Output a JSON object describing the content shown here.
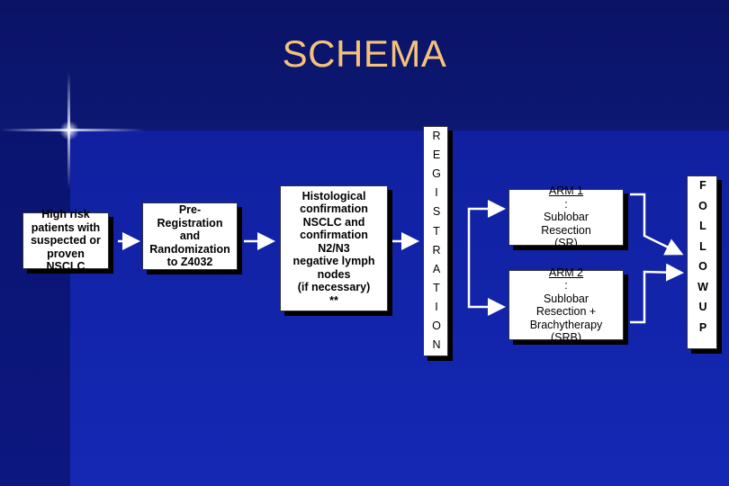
{
  "title": "SCHEMA",
  "boxes": {
    "patients": [
      "High risk",
      "patients with",
      "suspected or",
      "proven NSCLC"
    ],
    "preregistration": [
      "Pre-Registration",
      "and",
      "Randomization",
      "to Z4032"
    ],
    "histological": [
      "Histological",
      "confirmation",
      "NSCLC and",
      "confirmation",
      "N2/N3",
      "negative lymph",
      "nodes",
      "(if necessary)",
      "**"
    ],
    "arm1": {
      "label": "ARM 1",
      "suffix": ":",
      "lines": [
        "Sublobar",
        "Resection",
        "(SR)"
      ]
    },
    "arm2": {
      "label": "ARM 2",
      "suffix": ":",
      "lines": [
        "Sublobar",
        "Resection +",
        "Brachytherapy",
        "(SRB)"
      ]
    }
  },
  "randomization_letters": [
    "R",
    "E",
    "G",
    "I",
    "S",
    "T",
    "R",
    "A",
    "T",
    "I",
    "O",
    "N"
  ],
  "followup_letters": [
    "F",
    "O",
    "L",
    "L",
    "O",
    "W",
    "U",
    "P"
  ],
  "colors": {
    "title": "#f5c27a",
    "background": "#0d1a7a",
    "box": "#ffffff"
  }
}
